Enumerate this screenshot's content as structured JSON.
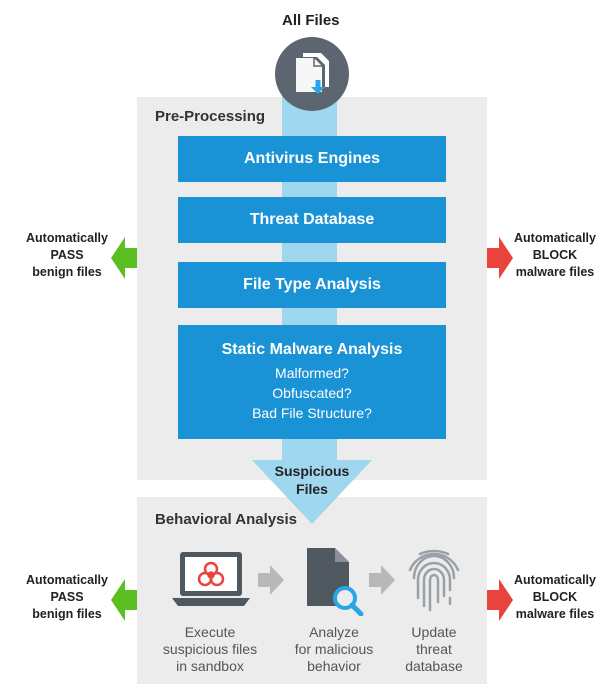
{
  "top_title": "All Files",
  "preprocessing": {
    "title": "Pre-Processing",
    "boxes": [
      {
        "label": "Antivirus Engines"
      },
      {
        "label": "Threat Database"
      },
      {
        "label": "File Type Analysis"
      }
    ],
    "static": {
      "title": "Static Malware Analysis",
      "lines": [
        "Malformed?",
        "Obfuscated?",
        "Bad File Structure?"
      ]
    }
  },
  "suspicious": {
    "line1": "Suspicious",
    "line2": "Files"
  },
  "behavioral": {
    "title": "Behavioral Analysis",
    "steps": [
      {
        "icon": "laptop-biohazard-icon",
        "lines": [
          "Execute",
          "suspicious files",
          "in sandbox"
        ]
      },
      {
        "icon": "document-magnifier-icon",
        "lines": [
          "Analyze",
          "for malicious",
          "behavior"
        ]
      },
      {
        "icon": "fingerprint-icon",
        "lines": [
          "Update",
          "threat",
          "database"
        ]
      }
    ]
  },
  "pass_label": {
    "lines": [
      "Automatically",
      "PASS",
      "benign files"
    ]
  },
  "block_label": {
    "lines": [
      "Automatically",
      "BLOCK",
      "malware files"
    ]
  },
  "colors": {
    "accent_blue": "#1a93d6",
    "stream_blue": "#9fd8ee",
    "pass_green": "#5bbf21",
    "block_red": "#e8433c",
    "panel_gray": "#ececec"
  }
}
